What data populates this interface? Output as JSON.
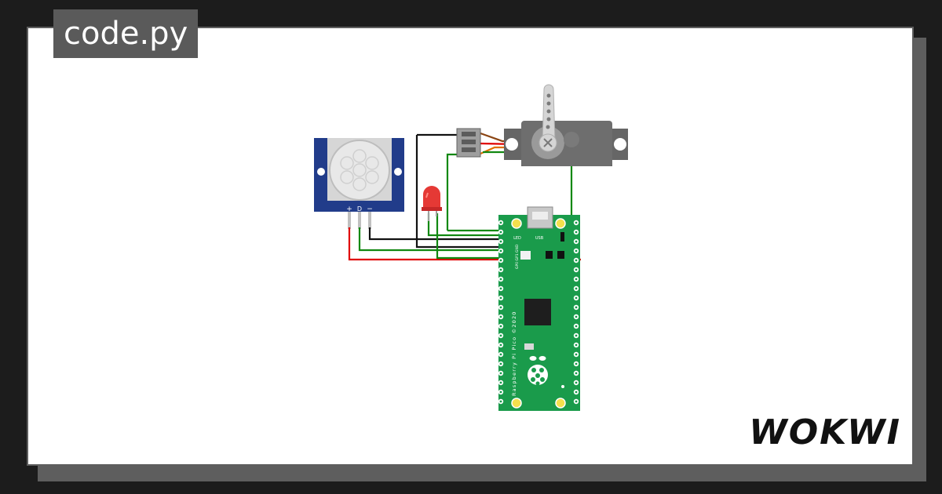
{
  "title": "code.py",
  "brand": "WOKWI",
  "pir": {
    "pin_labels": [
      "+",
      "D",
      "−"
    ]
  },
  "pico": {
    "usb_label": "USB",
    "led_label": "LED",
    "board_text": "Raspberry Pi Pico ©2020",
    "pin_text": "GP0 GP1 GND"
  },
  "colors": {
    "wire_red": "#e00000",
    "wire_black": "#111111",
    "wire_green": "#118811",
    "wire_orange": "#e07000",
    "wire_brown": "#8b4513",
    "pico_board": "#1a9b4b",
    "pir_board": "#213c8a",
    "led": "#e53935",
    "servo_body": "#666666"
  },
  "icons": [
    "raspberry-logo-icon",
    "usb-port-icon",
    "pir-dome-icon",
    "servo-horn-icon",
    "led-icon"
  ]
}
